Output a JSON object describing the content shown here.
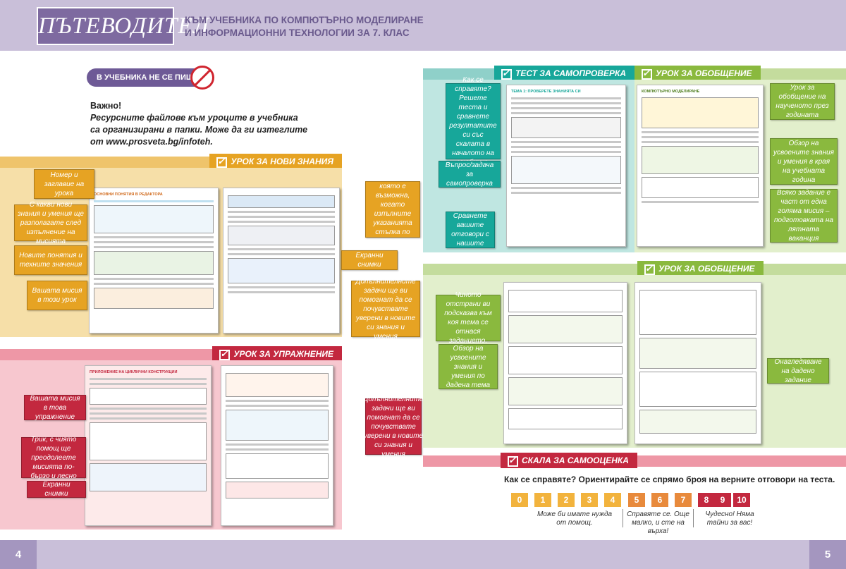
{
  "header": {
    "logo": "ПЪТЕВОДИТЕЛ",
    "subtitle_line1": "КЪМ УЧЕБНИКА ПО КОМПЮТЪРНО МОДЕЛИРАНЕ",
    "subtitle_line2": "И ИНФОРМАЦИОННИ ТЕХНОЛОГИИ ЗА 7. КЛАС"
  },
  "notice": {
    "badge": "В УЧЕБНИКА НЕ СЕ ПИШЕ!",
    "heading": "Важно!",
    "lines": [
      "Ресурсните файлове към уроците в учебника",
      "са организирани в папки. Може да ги изтеглите",
      "от www.prosveta.bg/infoteh."
    ]
  },
  "sections": {
    "new_knowledge": "УРОК ЗА НОВИ ЗНАНИЯ",
    "exercise": "УРОК ЗА УПРАЖНЕНИЕ",
    "self_test": "ТЕСТ ЗА САМОПРОВЕРКА",
    "summary_top": "УРОК ЗА ОБОБЩЕНИЕ",
    "summary_mid": "УРОК ЗА ОБОБЩЕНИЕ",
    "self_assessment": "СКАЛА ЗА САМООЦЕНКА"
  },
  "callouts": {
    "number_title": "Номер и заглавие на урока",
    "skills": "С какви нови знания и умения ще разполагате след изпълнение на мисията",
    "concepts": "Новите понятия и техните значения",
    "mission": "Вашата мисия в този урок",
    "mission_note": "Мисията, която е възможна, когато изпълните указанията стъпка по стъпка",
    "screenshots": "Екранни снимки",
    "extra_tasks": "Допълнителните задачи ще ви помогнат да се почувствате уверени в новите си знания и умения",
    "ex_mission": "Вашата мисия в това упражнение",
    "ex_trick": "Трик, с чиято помощ ще преодолеете мисията по-бързо и лесно",
    "ex_screens": "Екранни снимки",
    "ex_extra": "Допълнителните задачи ще ви помогнат да се почувствате уверени в новите си знания и умения",
    "test_howdo": "Как се справяте? Решете теста и сравнете резултатите си със скалата в началото на учебника",
    "test_question": "Въпрос/задача за самопроверка",
    "test_compare": "Сравнете вашите отговори с нашите",
    "sum_year": "Урок за обобщение на наученото през годината",
    "sum_overview": "Обзор на усвоените знания и умения в края на учебната година",
    "sum_mission": "Всяко задание е част от една голяма мисия – подготовката на лятната ваканция",
    "sum_strip": "Чиното отстрани ви подсказва към коя тема се отнася заданието.",
    "sum_review": "Обзор на усвоените знания и умения по дадена тема",
    "sum_visual": "Онагледяване на дадено задание"
  },
  "scale": {
    "title": "Как се справяте? Ориентирайте се спрямо броя на верните отговори на теста.",
    "cells": [
      "0",
      "1",
      "2",
      "3",
      "4",
      "5",
      "6",
      "7",
      "8",
      "9",
      "10"
    ],
    "label_low": "Може би имате нужда от помощ.",
    "label_mid": "Справяте се. Още малко, и сте на върха!",
    "label_high": "Чудесно! Няма тайни за вас!"
  },
  "pages": {
    "left": "4",
    "right": "5"
  },
  "colors": {
    "purple": "#7e6aa0",
    "orange": "#e6a323",
    "red": "#c3283f",
    "teal": "#17a79a",
    "green": "#8ab93e"
  }
}
